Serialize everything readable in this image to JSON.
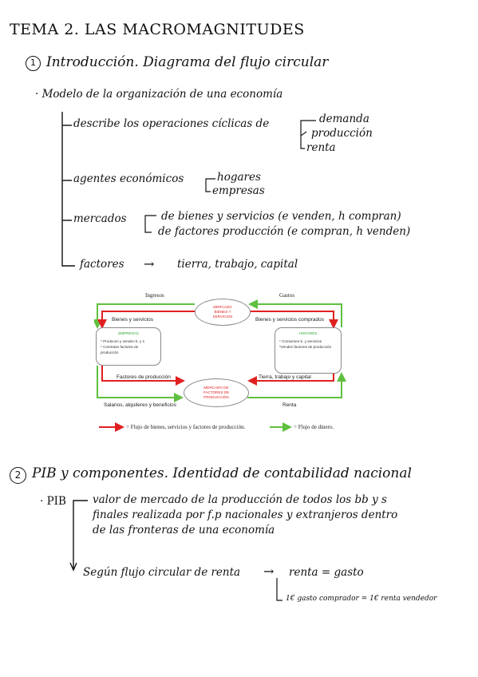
{
  "title": "TEMA 2. LAS MACROMAGNITUDES",
  "section1": {
    "number": "1",
    "heading": "Introducción. Diagrama del flujo circular",
    "bullet": "· Modelo de la organización de una economía",
    "describe": {
      "lead": "describe los operaciones cíclicas de",
      "items": [
        "demanda",
        "producción",
        "renta"
      ]
    },
    "agentes": {
      "lead": "agentes económicos",
      "items": [
        "hogares",
        "empresas"
      ]
    },
    "mercados": {
      "lead": "mercados",
      "items": [
        "de bienes y servicios (e venden, h compran)",
        "de factores producción (e compran, h venden)"
      ]
    },
    "factores": {
      "lead": "factores",
      "arrow": "→",
      "value": "tierra, trabajo, capital"
    }
  },
  "diagram": {
    "ingresos": "Ingresos",
    "gastos": "Gastos",
    "market_goods": "MERCADO BIENES Y SERVICIOS",
    "market_factors": "MERCADO DE FACTORES DE PRODUCCIÓN",
    "bienes_servicios": "Bienes y servicios",
    "bienes_comprados": "Bienes y servicios comprados",
    "factores_produccion": "Factores de producción",
    "tierra_trabajo": "Tierra, trabajo y capital",
    "salarios": "Salarios, alquileres y beneficios",
    "renta": "Renta",
    "empresas": {
      "title": "EMPRESAS",
      "line1": "* Producen y venden b. y s",
      "line2": "* Contratan factores de producción"
    },
    "hogares": {
      "title": "HOGARES",
      "line1": "* Consumen b. y servicios",
      "line2": "*Venden factores de producción"
    },
    "legend_red": "= Flujo de bienes, servicios y factores de producción.",
    "legend_green": "= Flujo de dinero.",
    "colors": {
      "red": "#e02020",
      "green": "#5fbf3f"
    }
  },
  "section2": {
    "number": "2",
    "heading": "PIB y componentes. Identidad de contabilidad nacional",
    "pib_label": "· PIB",
    "def_lines": [
      "valor de mercado de la producción de todos los bb y s",
      "finales realizada por f.p nacionales y extranjeros dentro",
      "de las fronteras de una economía"
    ],
    "segun": "Según flujo circular de renta",
    "arrow": "→",
    "identity": "renta = gasto",
    "note": "1€ gasto comprador = 1€ renta vendedor"
  }
}
